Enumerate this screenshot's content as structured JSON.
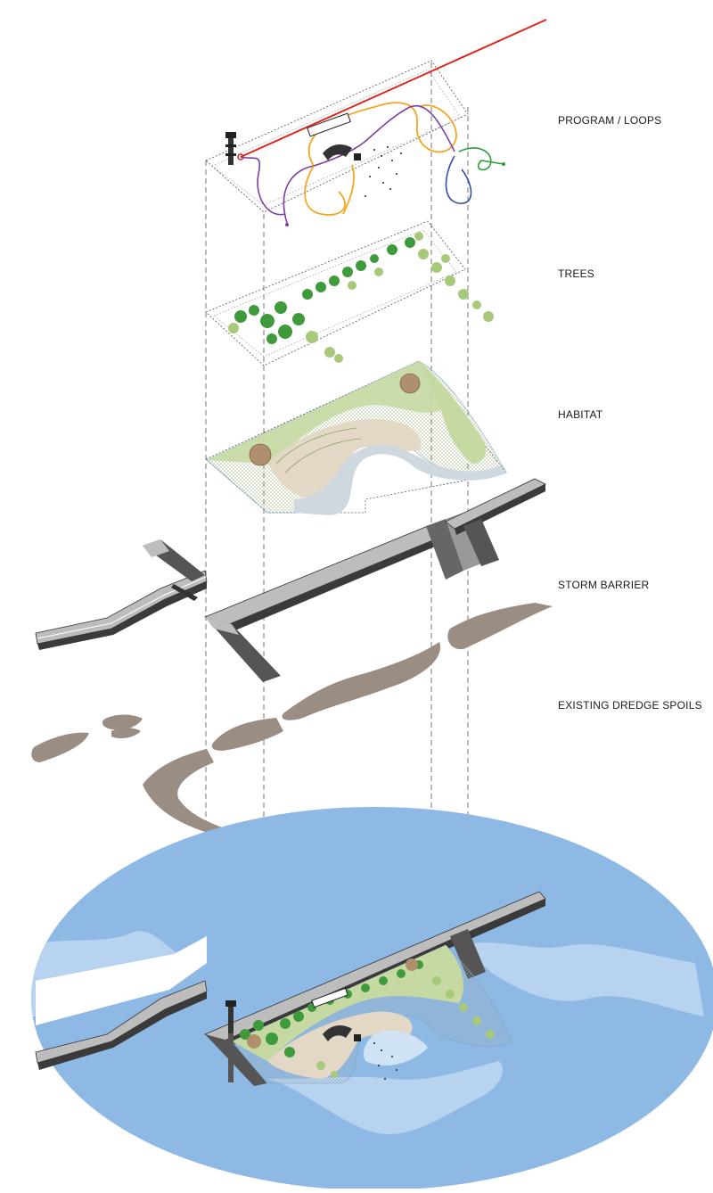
{
  "layers": [
    {
      "label": "PROGRAM / LOOPS"
    },
    {
      "label": "TREES"
    },
    {
      "label": "HABITAT"
    },
    {
      "label": "STORM BARRIER"
    },
    {
      "label": "EXISTING DREDGE SPOILS"
    }
  ],
  "colors": {
    "water": "#8db9e4",
    "water_light": "#b7d3ef",
    "dredge": "#9a8d83",
    "habitat_green": "#c6d9a3",
    "habitat_sand": "#e3d7c6",
    "habitat_shallow": "#cfd8df",
    "tree_dark": "#3f9a3c",
    "tree_light": "#a8c97a",
    "barrier_dark": "#3a3a3a",
    "barrier_light": "#b9b9b9",
    "loop_red": "#e0261b",
    "loop_orange": "#f5a623",
    "loop_purple": "#7b3fa0",
    "loop_blue": "#2f4fa8",
    "loop_green": "#2e9e3c"
  }
}
